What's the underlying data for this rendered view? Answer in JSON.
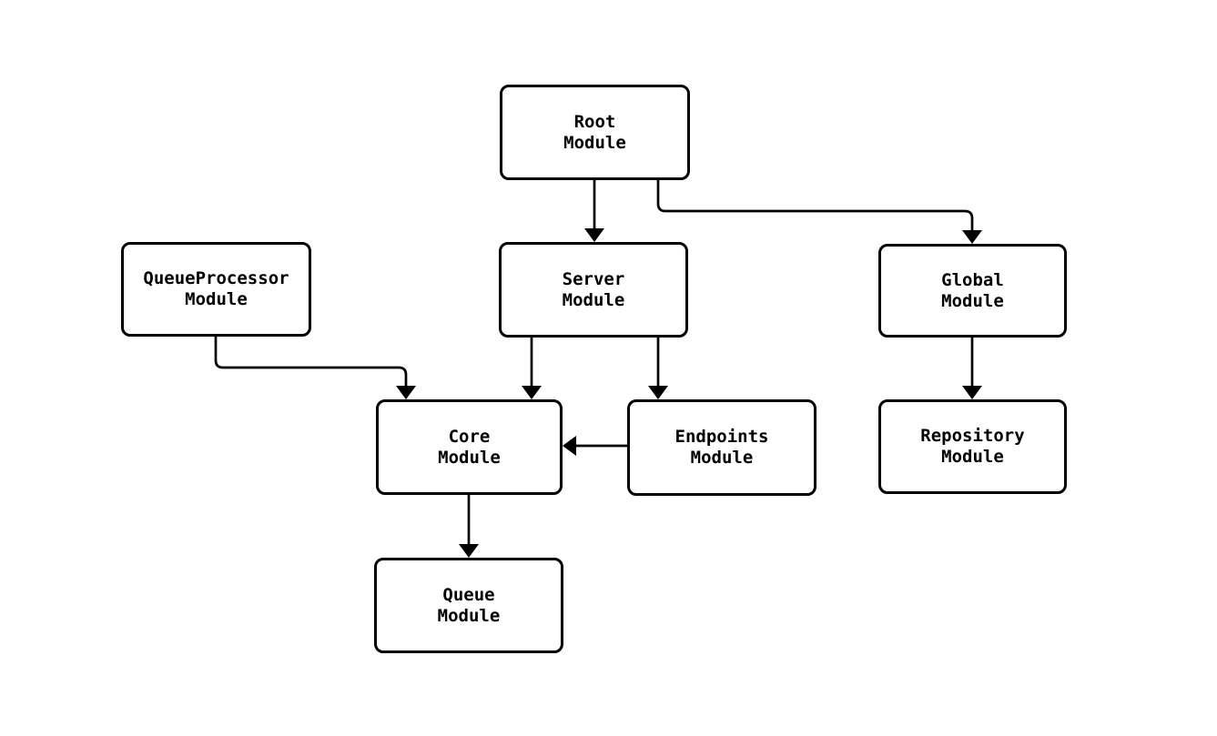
{
  "diagram": {
    "type": "flowchart",
    "background_color": "#ffffff",
    "node_fill_color": "#ffffff",
    "stroke_color": "#000000",
    "text_color": "#000000",
    "nodes": {
      "root": {
        "label": "Root\nModule"
      },
      "queueprocessor": {
        "label": "QueueProcessor\nModule"
      },
      "server": {
        "label": "Server\nModule"
      },
      "global": {
        "label": "Global\nModule"
      },
      "core": {
        "label": "Core\nModule"
      },
      "endpoints": {
        "label": "Endpoints\nModule"
      },
      "repository": {
        "label": "Repository\nModule"
      },
      "queue": {
        "label": "Queue\nModule"
      }
    },
    "edges": [
      {
        "from": "Root Module",
        "to": "Server Module"
      },
      {
        "from": "Root Module",
        "to": "Global Module"
      },
      {
        "from": "QueueProcessor Module",
        "to": "Core Module"
      },
      {
        "from": "Server Module",
        "to": "Core Module"
      },
      {
        "from": "Server Module",
        "to": "Endpoints Module"
      },
      {
        "from": "Endpoints Module",
        "to": "Core Module"
      },
      {
        "from": "Global Module",
        "to": "Repository Module"
      },
      {
        "from": "Core Module",
        "to": "Queue Module"
      }
    ]
  }
}
